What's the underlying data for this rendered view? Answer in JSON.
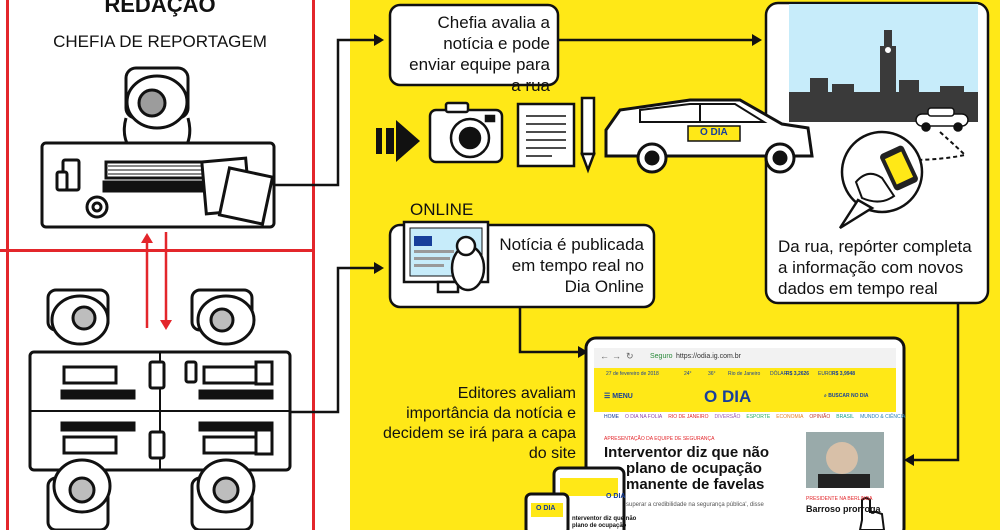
{
  "left_panel": {
    "title": "REDAÇÃO",
    "subtitle": "CHEFIA DE REPORTAGEM"
  },
  "steps": {
    "chefia": "Chefia avalia a notícia e pode enviar equipe para a rua",
    "online_label": "ONLINE",
    "publicada": "Notícia é publicada em tempo real no Dia Online",
    "rua": "Da rua, repórter completa a informação com novos dados em tempo real",
    "editores": "Editores avaliam importância da notícia e decidem se irá para a capa do site"
  },
  "car": {
    "brand": "O DIA"
  },
  "browser": {
    "secure": "Seguro",
    "url": "https://odia.ig.com.br",
    "date": "27 de fevereiro de 2018",
    "weather_min": "24°",
    "weather_max": "36°",
    "city": "Rio de Janeiro",
    "dolar_label": "DÓLAR",
    "dolar_value": "R$ 3,2626",
    "euro_label": "EURO",
    "euro_value": "R$ 3,9948",
    "menu": "MENU",
    "logo": "O DIA",
    "search": "BUSCAR NO DIA",
    "nav": [
      "HOME",
      "O DIA NA FOLIA",
      "RIO DE JANEIRO",
      "DIVERSÃO",
      "ESPORTE",
      "ECONOMIA",
      "OPINIÃO",
      "BRASIL",
      "MUNDO & CIÊNCIA"
    ],
    "kicker": "APRESENTAÇÃO DA EQUIPE DE SEGURANÇA",
    "headline_l1": "Interventor diz que não",
    "headline_l2": "plano de ocupação",
    "headline_l3": "manente de favelas",
    "sub": "superar a credibilidade na segurança pública', disse",
    "side_kicker": "PRESIDENTE NA BERLINDA",
    "side_head": "Barroso prorroga"
  },
  "tablet": {
    "logo": "O DIA",
    "head_l1": "nterventor diz que não",
    "head_l2": "plano de ocupação"
  },
  "phone": {
    "logo": "O DIA"
  },
  "colors": {
    "yellow": "#ffe817",
    "red": "#e3262b",
    "ink": "#111111",
    "brand_blue": "#173f9b"
  }
}
